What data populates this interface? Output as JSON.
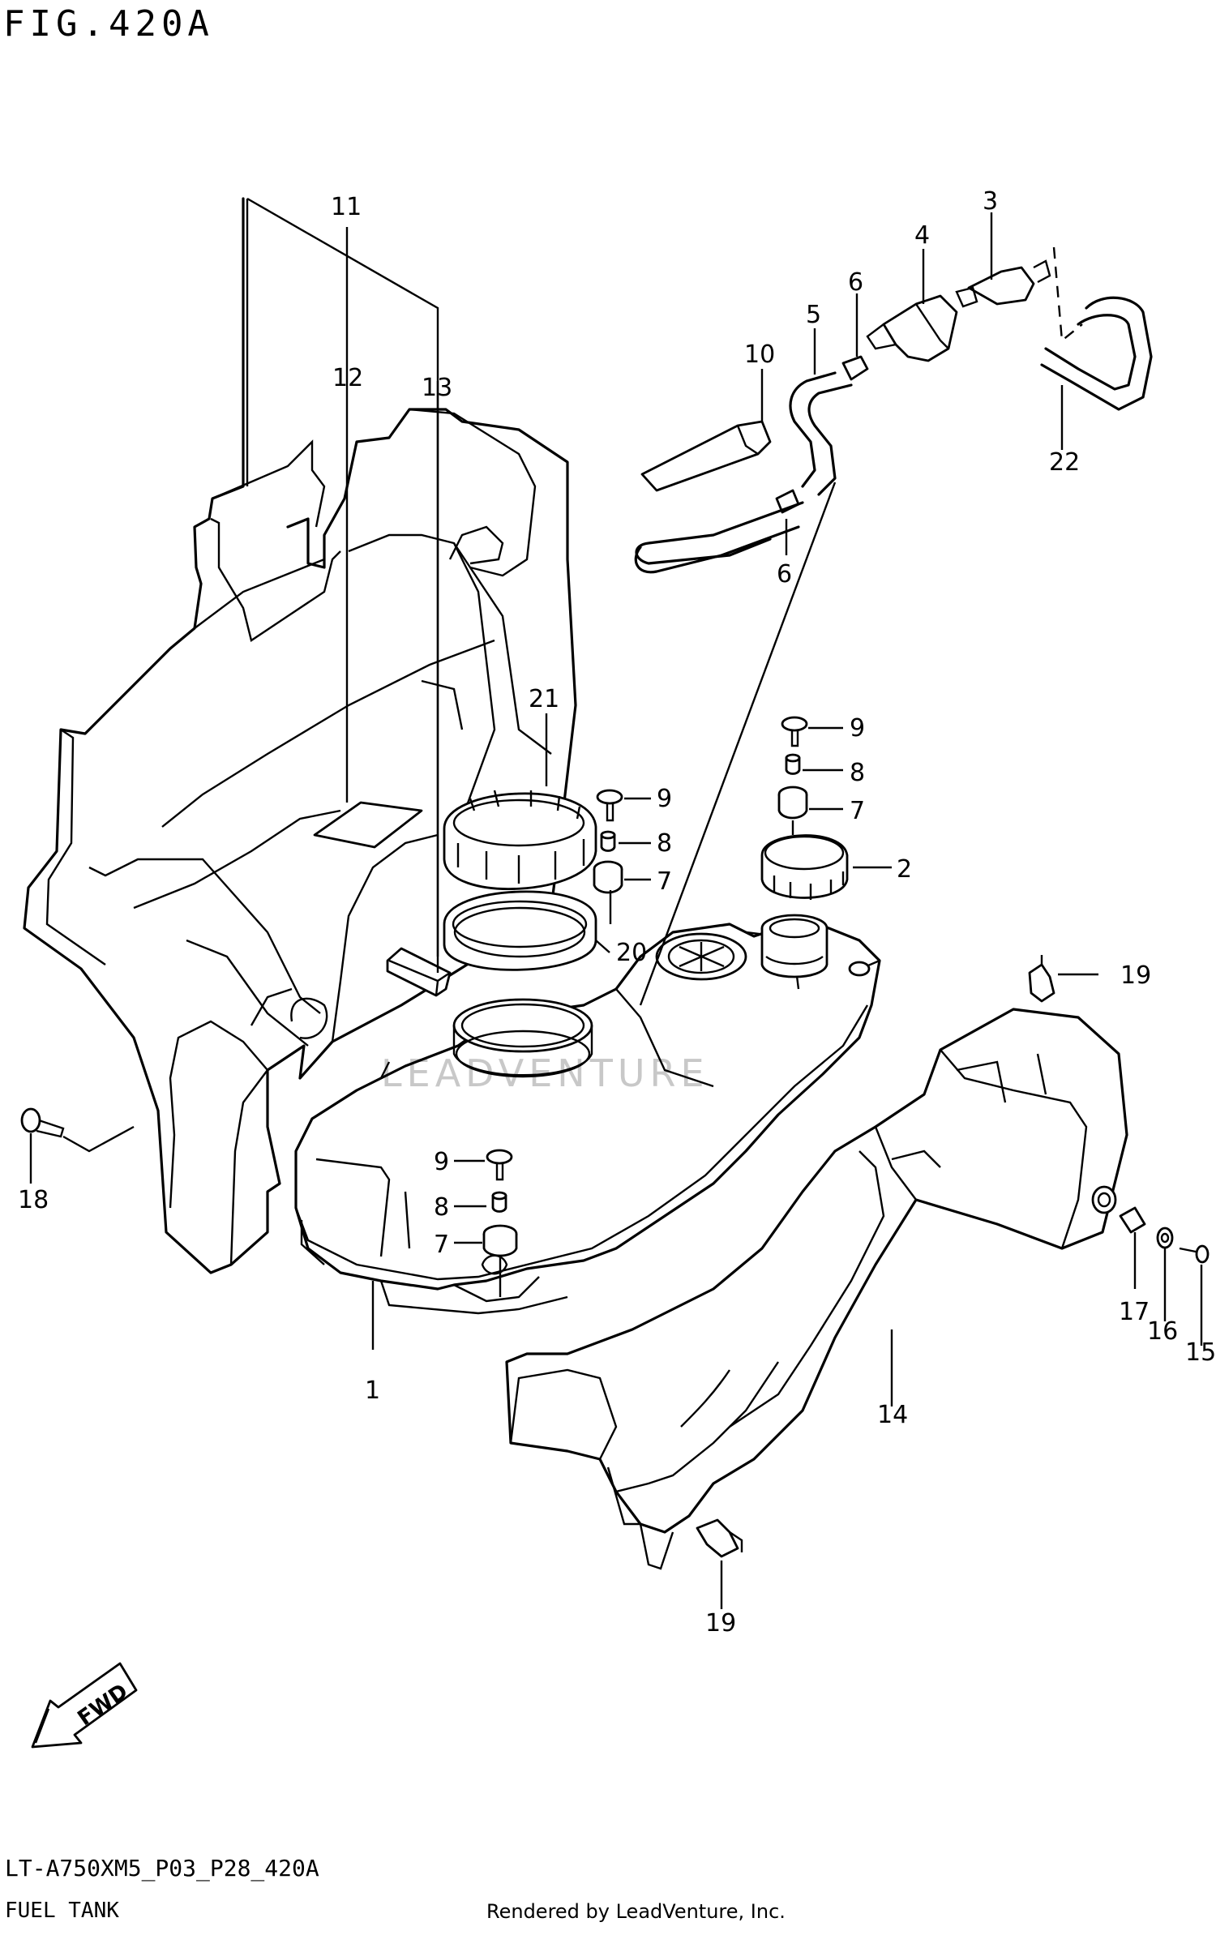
{
  "figure": {
    "title": "FIG.420A",
    "model_code": "LT-A750XM5_P03_P28_420A",
    "caption": "FUEL TANK",
    "rendered_by": "Rendered by LeadVenture, Inc.",
    "watermark": "LEADVENTURE"
  },
  "fwd_label": "FWD",
  "callouts": {
    "c1": "1",
    "c2": "2",
    "c3": "3",
    "c4": "4",
    "c5": "5",
    "c6a": "6",
    "c6b": "6",
    "c7a": "7",
    "c7b": "7",
    "c7c": "7",
    "c8a": "8",
    "c8b": "8",
    "c8c": "8",
    "c9a": "9",
    "c9b": "9",
    "c9c": "9",
    "c10": "10",
    "c11": "11",
    "c12": "12",
    "c13": "13",
    "c14": "14",
    "c15": "15",
    "c16": "16",
    "c17": "17",
    "c18": "18",
    "c19a": "19",
    "c19b": "19",
    "c20": "20",
    "c21": "21",
    "c22": "22"
  }
}
